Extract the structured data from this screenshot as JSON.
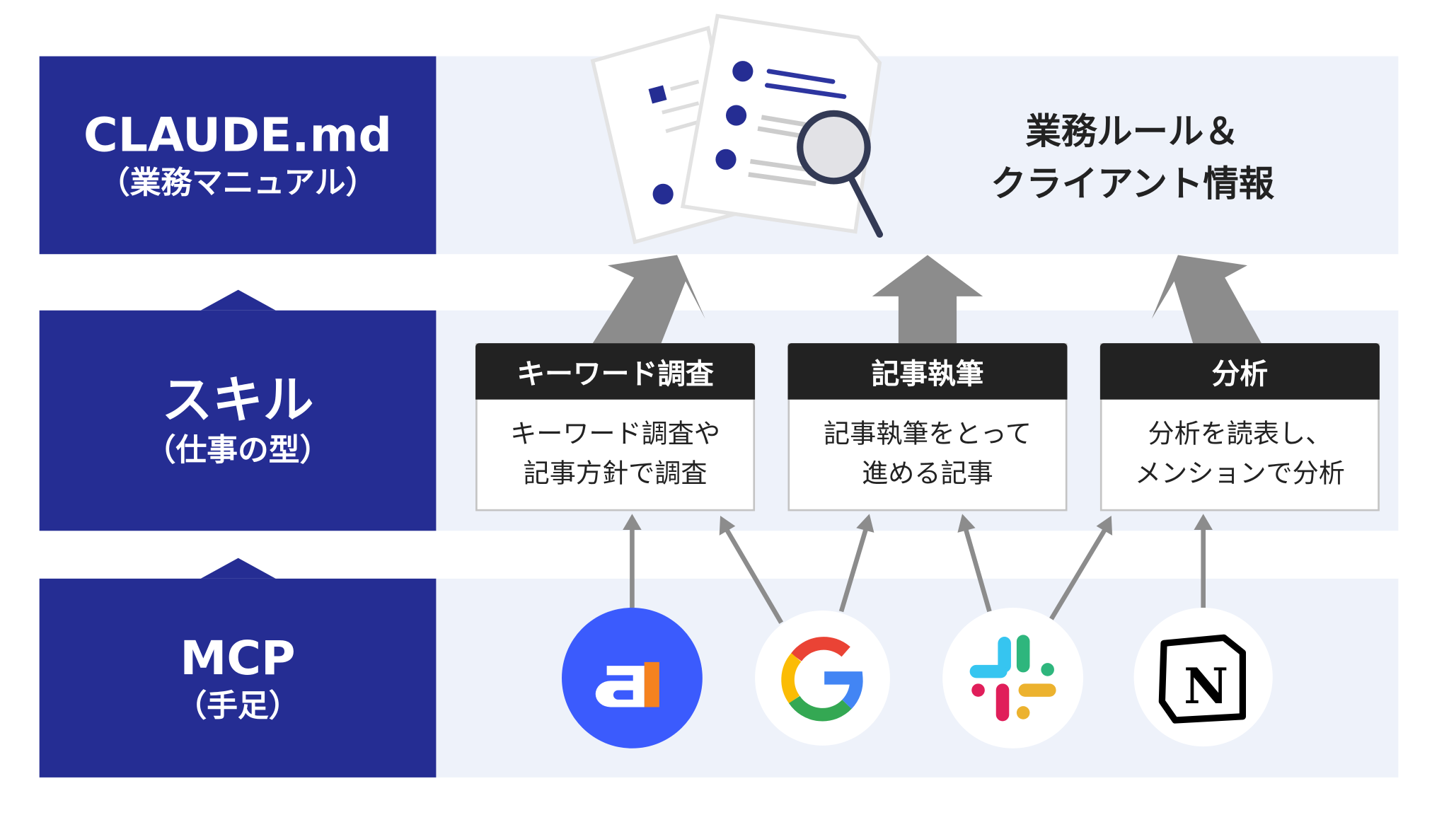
{
  "layers": [
    {
      "title": "CLAUDE.md",
      "subtitle": "（業務マニュアル）"
    },
    {
      "title": "スキル",
      "subtitle": "（仕事の型）"
    },
    {
      "title": "MCP",
      "subtitle": "（手足）"
    }
  ],
  "claude_info": {
    "line1": "業務ルール＆",
    "line2": "クライアント情報"
  },
  "skills": [
    {
      "title": "キーワード調査",
      "line1": "キーワード調査や",
      "line2": "記事方針で調査"
    },
    {
      "title": "記事執筆",
      "line1": "記事執筆をとって",
      "line2": "進める記事"
    },
    {
      "title": "分析",
      "line1": "分析を読表し、",
      "line2": "メンションで分析"
    }
  ],
  "tools": [
    {
      "name": "ahrefs-style-icon",
      "color": "#3b5bfd"
    },
    {
      "name": "google-icon"
    },
    {
      "name": "slack-icon"
    },
    {
      "name": "notion-icon"
    }
  ],
  "colors": {
    "navy": "#252d93",
    "panel": "#eef2fa",
    "arrow": "#8c8c8c",
    "card_header": "#222222"
  }
}
